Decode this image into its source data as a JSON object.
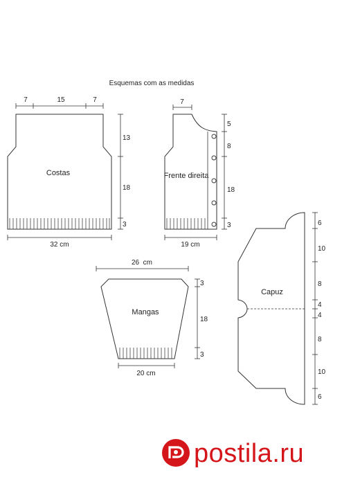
{
  "title": "Esquemas com as medidas",
  "costas": {
    "label": "Costas",
    "top_dims": [
      "7",
      "15",
      "7"
    ],
    "side_dims": [
      "13",
      "18",
      "3"
    ],
    "bottom_dim": "32 cm"
  },
  "frente": {
    "label": "Frente direita",
    "top_dim": "7",
    "side_dims": [
      "5",
      "8",
      "18",
      "3"
    ],
    "bottom_dim": "19 cm"
  },
  "mangas": {
    "label": "Mangas",
    "top_dim": "26  cm",
    "side_dims": [
      "3",
      "18",
      "3"
    ],
    "bottom_dim": "20 cm"
  },
  "capuz": {
    "label": "Capuz",
    "side_dims": [
      "6",
      "10",
      "8",
      "4",
      "4",
      "8",
      "10",
      "6"
    ]
  },
  "watermark": {
    "text": "postila.ru",
    "color": "#d4151a"
  }
}
